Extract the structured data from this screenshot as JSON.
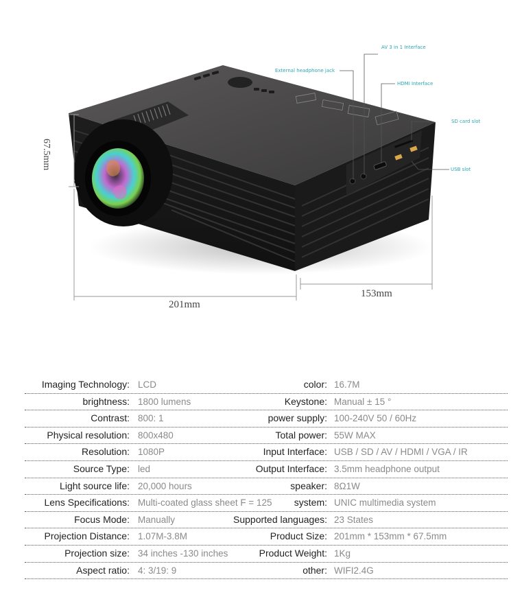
{
  "hero": {
    "callouts": {
      "av": "AV 3 in 1 Interface",
      "headphone": "External headphone jack",
      "hdmi": "HDMI Interface",
      "sd": "SD card slot",
      "usb": "USB slot"
    },
    "dimensions": {
      "height": "67.5mm",
      "width": "201mm",
      "depth": "153mm"
    },
    "colors": {
      "callout_text": "#2aa6b4",
      "body": "#2b2b2b",
      "dimension_line": "#888888"
    }
  },
  "specs": {
    "rows": [
      {
        "left_label": "Imaging Technology:",
        "left_value": "LCD",
        "right_label": "color:",
        "right_value": "16.7M"
      },
      {
        "left_label": "brightness:",
        "left_value": "1800 lumens",
        "right_label": "Keystone:",
        "right_value": "Manual ± 15 °"
      },
      {
        "left_label": "Contrast:",
        "left_value": "800: 1",
        "right_label": "power supply:",
        "right_value": "100-240V 50 / 60Hz"
      },
      {
        "left_label": "Physical resolution:",
        "left_value": "800x480",
        "right_label": "Total power:",
        "right_value": "55W MAX"
      },
      {
        "left_label": "Resolution:",
        "left_value": "1080P",
        "right_label": "Input Interface:",
        "right_value": "USB / SD / AV / HDMI / VGA / IR"
      },
      {
        "left_label": "Source Type:",
        "left_value": "led",
        "right_label": "Output Interface:",
        "right_value": "3.5mm headphone output"
      },
      {
        "left_label": "Light source life:",
        "left_value": "20,000 hours",
        "right_label": "speaker:",
        "right_value": "8Ω1W"
      },
      {
        "left_label": "Lens Specifications:",
        "left_value": "Multi-coated glass sheet F = 125",
        "right_label": "system:",
        "right_value": "UNIC multimedia system"
      },
      {
        "left_label": "Focus Mode:",
        "left_value": "Manually",
        "right_label": "Supported languages:",
        "right_value": "23 States"
      },
      {
        "left_label": "Projection Distance:",
        "left_value": "1.07M-3.8M",
        "right_label": "Product Size:",
        "right_value": "201mm * 153mm * 67.5mm"
      },
      {
        "left_label": "Projection size:",
        "left_value": "34 inches -130 inches",
        "right_label": "Product Weight:",
        "right_value": "1Kg"
      },
      {
        "left_label": "Aspect ratio:",
        "left_value": "4: 3/19: 9",
        "right_label": "other:",
        "right_value": "WIFI2.4G"
      }
    ]
  }
}
